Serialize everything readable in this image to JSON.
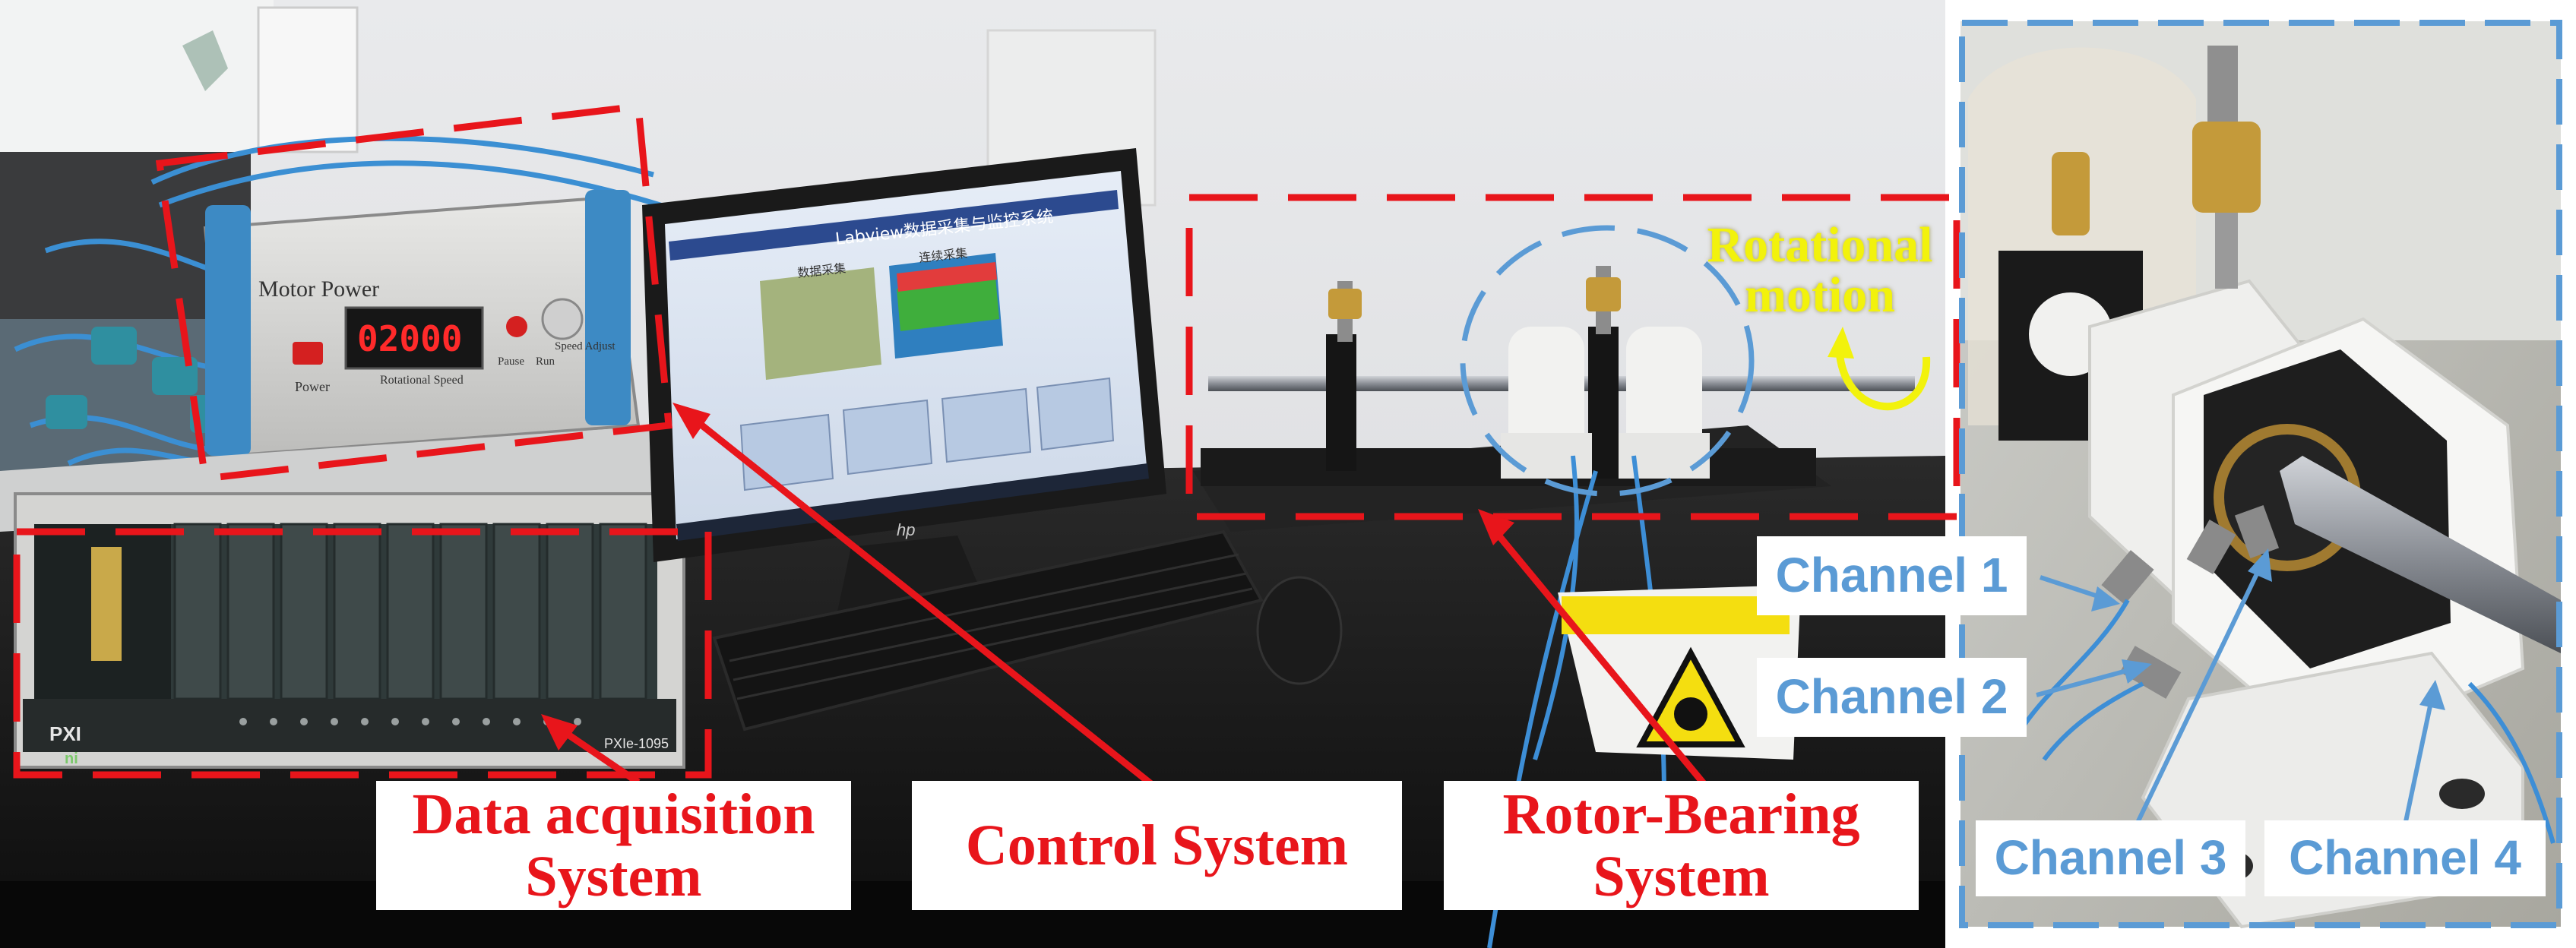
{
  "labels": {
    "data_acquisition": "Data acquisition\nSystem",
    "control_system": "Control System",
    "rotor_bearing": "Rotor-Bearing\nSystem",
    "rotational_motion": "Rotational\nmotion"
  },
  "channels": {
    "ch1": "Channel 1",
    "ch2": "Channel 2",
    "ch3": "Channel 3",
    "ch4": "Channel 4"
  },
  "device": {
    "motor_power_title": "Motor Power",
    "speed_display": "02000",
    "power_label": "Power",
    "rotational_speed_label": "Rotational Speed",
    "speed_adjust_label": "Speed Adjust",
    "pause_label": "Pause",
    "run_label": "Run",
    "pxi_label": "PXI",
    "chassis_model": "PXIe-1095",
    "ni_label": "ni",
    "hp_logo": "hp"
  },
  "monitor_screen": {
    "window_title": "Labview数据采集与监控系统",
    "panel_acquisition": "数据采集",
    "panel_spectrum": "连续采集"
  },
  "colors": {
    "red_annotation": "#e8151b",
    "blue_annotation": "#5b9bd5",
    "yellow_annotation": "#f2f20c"
  }
}
